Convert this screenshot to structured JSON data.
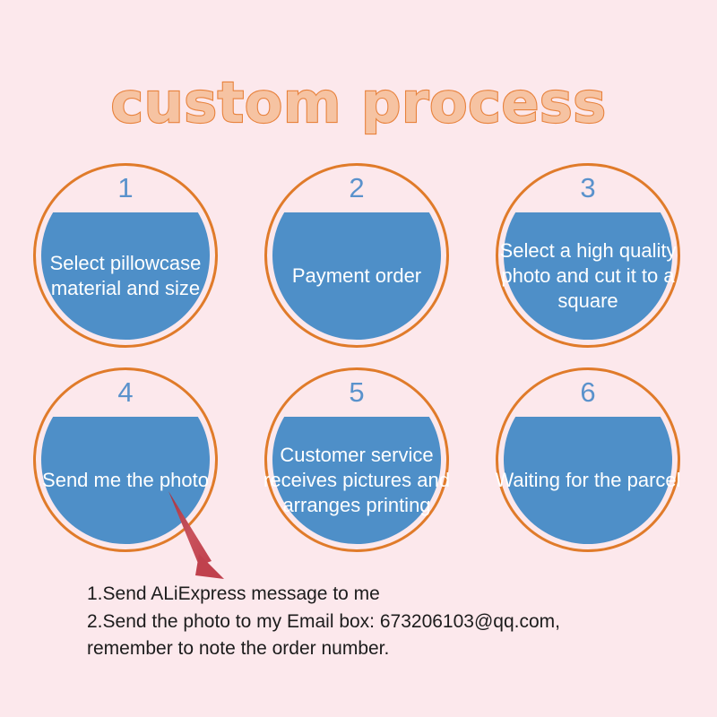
{
  "page": {
    "title": "custom process",
    "background_color": "#fce8ec",
    "title_fill_color": "#f6c3a2",
    "title_stroke_color": "#e8823c",
    "ring_color": "#e07b2a",
    "circle_fill_color": "#4e8fc8",
    "number_color": "#5a92cc",
    "label_color": "#ffffff",
    "arrow_color": "#c0414d",
    "notes_color": "#1c1c1c"
  },
  "steps": [
    {
      "number": "1",
      "label": "Select pillowcase material and size"
    },
    {
      "number": "2",
      "label": "Payment order"
    },
    {
      "number": "3",
      "label": "Select a high quality photo and cut it to a square"
    },
    {
      "number": "4",
      "label": "Send me the photo"
    },
    {
      "number": "5",
      "label": "Customer service receives pictures and arranges printing"
    },
    {
      "number": "6",
      "label": "Waiting for the parcel"
    }
  ],
  "notes": {
    "line1": "1.Send ALiExpress message to me",
    "line2": "2.Send the photo to my Email box: 673206103@qq.com,",
    "line3": "remember to note the order number."
  }
}
